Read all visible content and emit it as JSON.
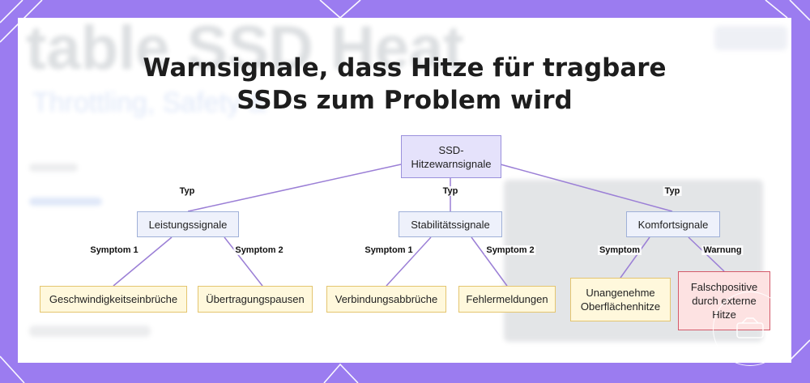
{
  "title": "Warnsignale, dass Hitze für tragbare\nSSDs zum Problem wird",
  "nodes": {
    "root": "SSD-\nHitzewarnsignale",
    "cat_performance": "Leistungssignale",
    "cat_stability": "Stabilitätssignale",
    "cat_comfort": "Komfortsignale",
    "leaf_speed": "Geschwindigkeitseinbrüche",
    "leaf_pauses": "Übertragungspausen",
    "leaf_disconnects": "Verbindungsabbrüche",
    "leaf_errors": "Fehlermeldungen",
    "leaf_surface": "Unangenehme\nOberflächenhitze",
    "leaf_false_positive": "Falschpositive\ndurch externe\nHitze"
  },
  "edge_labels": {
    "type1": "Typ",
    "type2": "Typ",
    "type3": "Typ",
    "symptom1_a": "Symptom 1",
    "symptom2_a": "Symptom 2",
    "symptom1_b": "Symptom 1",
    "symptom2_b": "Symptom 2",
    "symptom_c": "Symptom",
    "warning_c": "Warnung"
  },
  "background_text": {
    "headline": "table SSD Heat",
    "subline": "Throttling, Safety &"
  },
  "colors": {
    "frame": "#9b7cf0",
    "edge": "#9b7fd6",
    "root_fill": "#e5e2fb",
    "category_fill": "#eef1fb",
    "leaf_fill": "#fff8dc",
    "warning_fill": "#fde2e2"
  },
  "icons": [
    "badge-watermark-icon"
  ]
}
